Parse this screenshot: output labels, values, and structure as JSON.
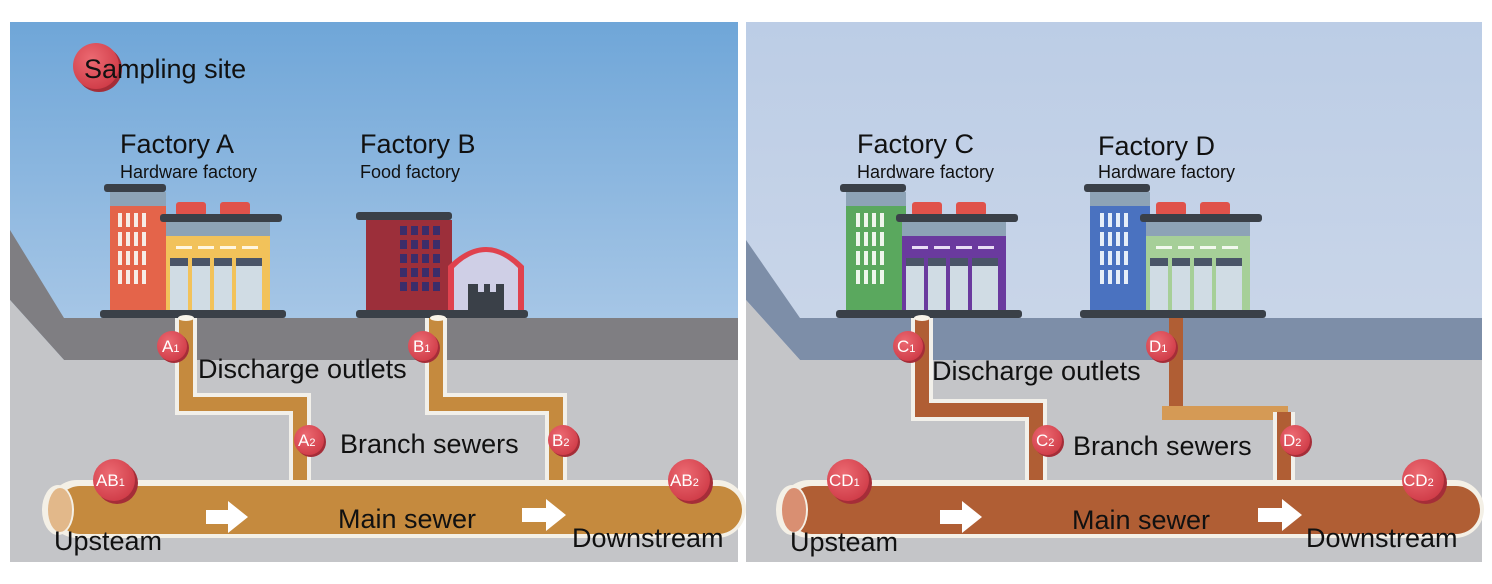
{
  "legend": {
    "label": "Sampling site"
  },
  "panels": [
    {
      "factories": [
        {
          "name": "Factory A",
          "type": "Hardware factory"
        },
        {
          "name": "Factory B",
          "type": "Food factory"
        }
      ],
      "discharge_label": "Discharge outlets",
      "branch_label": "Branch sewers",
      "main_label": "Main sewer",
      "upstream_label": "Upsteam",
      "downstream_label": "Downstream",
      "sites": [
        {
          "letter": "A",
          "sub": "1"
        },
        {
          "letter": "B",
          "sub": "1"
        },
        {
          "letter": "A",
          "sub": "2"
        },
        {
          "letter": "B",
          "sub": "2"
        },
        {
          "letter": "AB",
          "sub": "1"
        },
        {
          "letter": "AB",
          "sub": "2"
        }
      ]
    },
    {
      "factories": [
        {
          "name": "Factory C",
          "type": "Hardware factory"
        },
        {
          "name": "Factory D",
          "type": "Hardware factory"
        }
      ],
      "discharge_label": "Discharge outlets",
      "branch_label": "Branch sewers",
      "main_label": "Main sewer",
      "upstream_label": "Upsteam",
      "downstream_label": "Downstream",
      "sites": [
        {
          "letter": "C",
          "sub": "1"
        },
        {
          "letter": "D",
          "sub": "1"
        },
        {
          "letter": "C",
          "sub": "2"
        },
        {
          "letter": "D",
          "sub": "2"
        },
        {
          "letter": "CD",
          "sub": "1"
        },
        {
          "letter": "CD",
          "sub": "2"
        }
      ]
    }
  ],
  "colors": {
    "sky_left_top": "#6fa6d8",
    "sky_right": "#c0cfe6",
    "ground_left": "#7f7e82",
    "ground_right": "#7d8ea8",
    "soil": "#c4c5c8",
    "pipe_left": "#c58a3e",
    "pipe_right": "#b05e34",
    "site": "#d94a55"
  }
}
